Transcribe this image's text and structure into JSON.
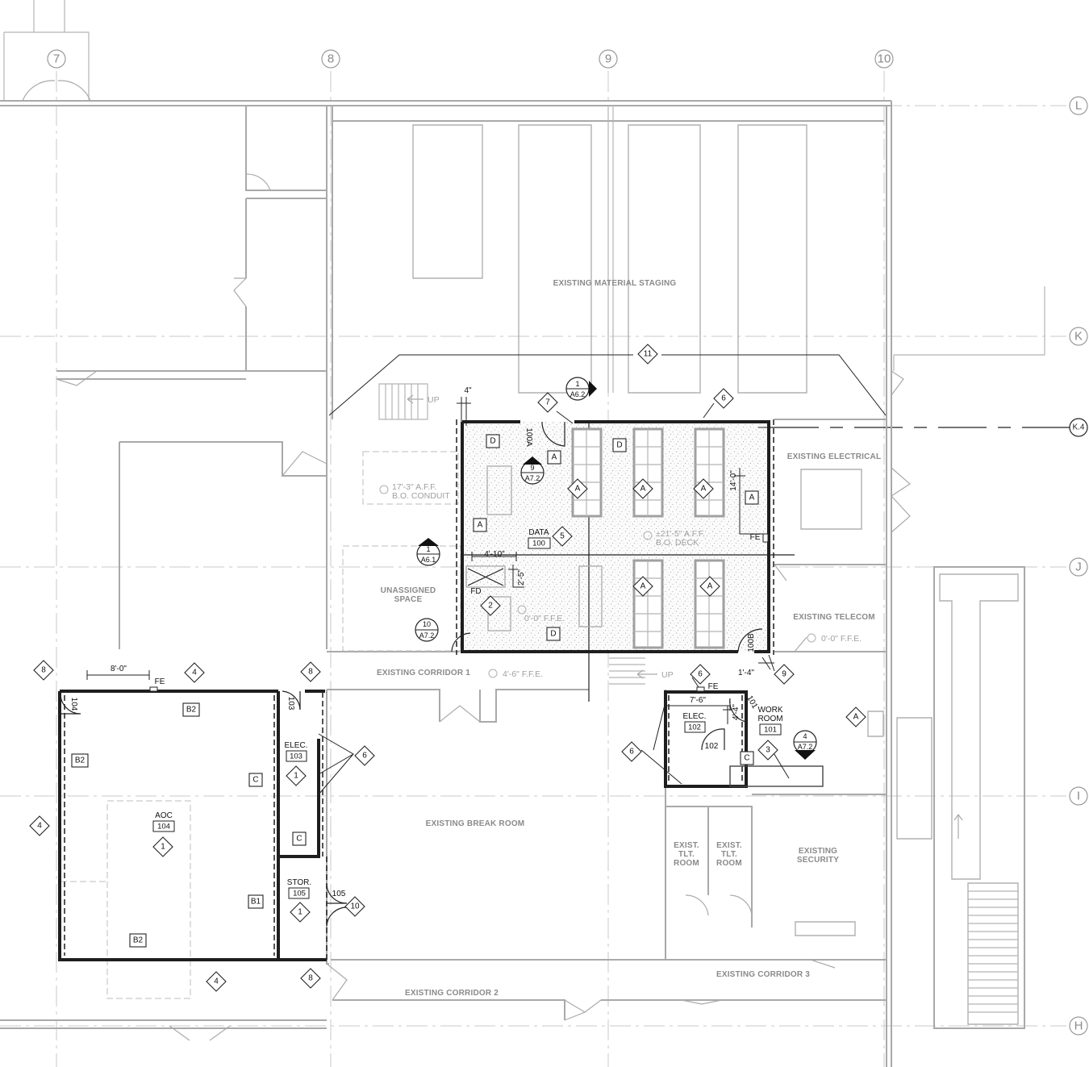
{
  "grid_lines": {
    "columns": [
      "7",
      "8",
      "9",
      "10"
    ],
    "rows": [
      "L",
      "K",
      "K.4",
      "J",
      "I",
      "H"
    ]
  },
  "existing_rooms": {
    "material_staging": "EXISTING MATERIAL STAGING",
    "electrical": "EXISTING ELECTRICAL",
    "telecom": "EXISTING TELECOM",
    "unassigned_line1": "UNASSIGNED",
    "unassigned_line2": "SPACE",
    "corridor_1": "EXISTING CORRIDOR 1",
    "break_room": "EXISTING BREAK ROOM",
    "corridor_2": "EXISTING CORRIDOR 2",
    "corridor_3": "EXISTING CORRIDOR 3",
    "security_line1": "EXISTING",
    "security_line2": "SECURITY",
    "tlt_room_a": [
      "EXIST.",
      "TLT.",
      "ROOM"
    ],
    "tlt_room_b": [
      "EXIST.",
      "TLT.",
      "ROOM"
    ]
  },
  "new_rooms": {
    "data": {
      "name": "DATA",
      "number": "100"
    },
    "aoc": {
      "name": "AOC",
      "number": "104"
    },
    "elec_103": {
      "name": "ELEC.",
      "number": "103"
    },
    "stor": {
      "name": "STOR.",
      "number": "105"
    },
    "elec_102": {
      "name": "ELEC.",
      "number": "102"
    },
    "work_room": {
      "name_line1": "WORK",
      "name_line2": "ROOM",
      "number": "101"
    }
  },
  "doors": {
    "d100a": "100A",
    "d100b": "100B",
    "d101": "101",
    "d102": "102",
    "d103": "103",
    "d104": "104",
    "d105": "105"
  },
  "elevations": {
    "conduit_line1": "17'-3\" A.F.F.",
    "conduit_line2": "B.O. CONDUIT",
    "deck_line1": "±21'-5\" A.F.F.",
    "deck_line2": "B.O. DECK",
    "ffe_data": "0'-0\" F.F.E.",
    "ffe_corridor": "4'-6\" F.F.E.",
    "ffe_telecom": "0'-0\" F.F.E."
  },
  "dimensions": {
    "d_4in": "4\"",
    "d_14ft": "14'-0\"",
    "d_4ft10": "4'-10\"",
    "d_2ft5": "2'-5\"",
    "d_8ft": "8'-0\"",
    "d_7ft6": "7'-6\"",
    "d_4ft4": "4'-4\"",
    "d_1ft4": "1'-4\""
  },
  "labels": {
    "fe": "FE",
    "fd": "FD",
    "up": "UP"
  },
  "keynotes": [
    "1",
    "2",
    "3",
    "4",
    "5",
    "6",
    "7",
    "8",
    "9",
    "10",
    "11"
  ],
  "wall_types": [
    "A",
    "B1",
    "B2",
    "C",
    "D"
  ],
  "section_marks": [
    {
      "num": "1",
      "sheet": "A6.2"
    },
    {
      "num": "9",
      "sheet": "A7.2"
    },
    {
      "num": "1",
      "sheet": "A6.1"
    },
    {
      "num": "10",
      "sheet": "A7.2"
    },
    {
      "num": "4",
      "sheet": "A7.2"
    }
  ]
}
